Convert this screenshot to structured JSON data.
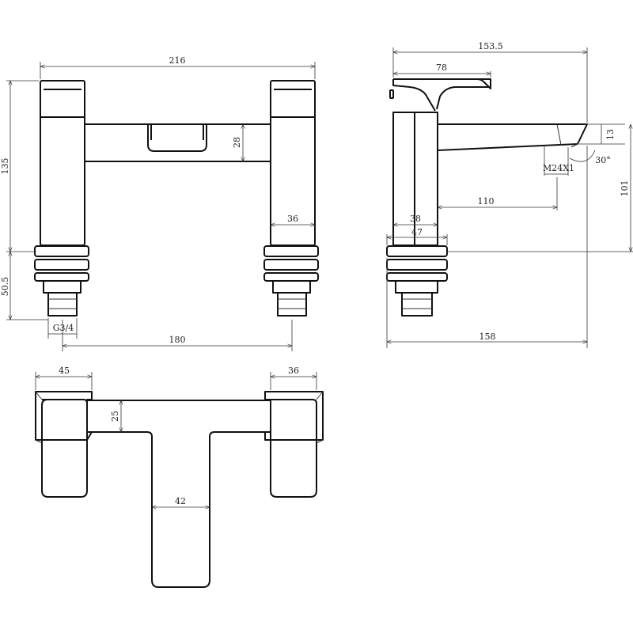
{
  "front_view": {
    "width_216": "216",
    "height_135": "135",
    "bridge_28": "28",
    "pillar_36": "36",
    "shank_50_5": "50.5",
    "thread_g34": "G3/4",
    "centres_180": "180"
  },
  "side_view": {
    "overall_153_5": "153.5",
    "lever_78": "78",
    "spout_13": "13",
    "thread_m24": "M24X1",
    "angle_30": "30°",
    "reach_110": "110",
    "height_101": "101",
    "body_38": "38",
    "base_47": "47",
    "depth_158": "158"
  },
  "top_view": {
    "handle_45": "45",
    "handle_36": "36",
    "bridge_25": "25",
    "spout_42": "42"
  }
}
